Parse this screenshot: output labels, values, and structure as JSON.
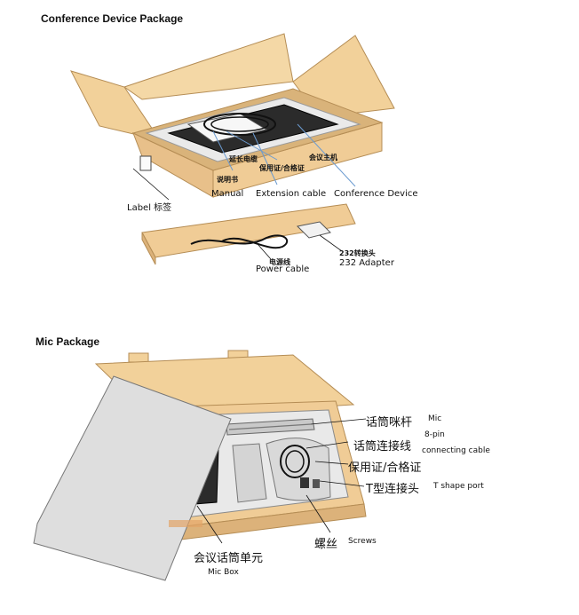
{
  "conference": {
    "title": "Conference Device Package",
    "labels": {
      "label_tag": "Label 标签",
      "manual_zh": "说明书",
      "manual_en": "Manual",
      "ext_zh": "延长电缆",
      "warranty_zh": "保用证/合格证",
      "ext_en": "Extension cable",
      "device_zh": "会议主机",
      "device_en": "Conference Device",
      "power_zh": "电源线",
      "power_en": "Power cable",
      "adapter_zh": "232转换头",
      "adapter_en": "232 Adapter"
    }
  },
  "mic": {
    "title": "Mic Package",
    "labels": {
      "mic_zh": "话筒咪杆",
      "mic_en": "Mic",
      "cable_zh": "话筒连接线",
      "cable_en1": "8-pin",
      "cable_en2": "connecting cable",
      "warranty_zh": "保用证/合格证",
      "tport_zh": "T型连接头",
      "tport_en": "T shape port",
      "screws_zh": "螺丝",
      "screws_en": "Screws",
      "box_zh": "会议话筒单元",
      "box_en": "Mic Box"
    }
  },
  "colors": {
    "cardboard": "#f2d19a",
    "cardboard_dark": "#dcb27a",
    "foam": "#e9e9e9",
    "device": "#2b2b2b",
    "arrow": "#6a9ad0"
  }
}
